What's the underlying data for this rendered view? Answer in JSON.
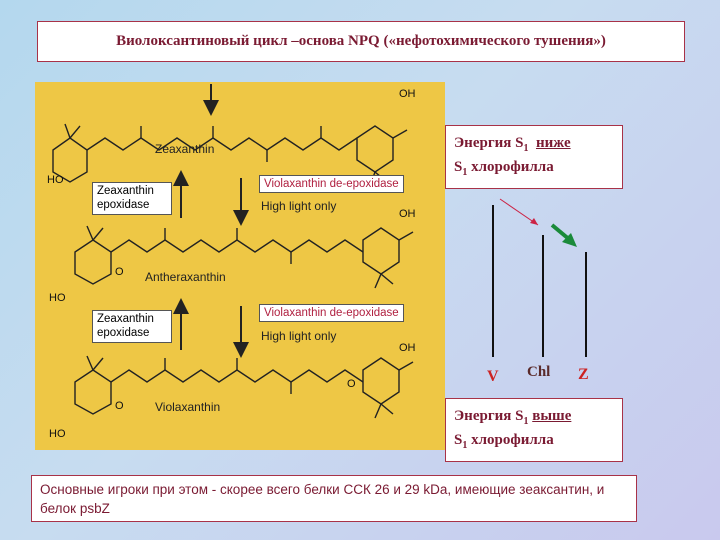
{
  "title": "Виолоксантиновый цикл –основа NPQ («нефотохимического тушения»)",
  "footer": "Основные игроки при этом - скорее всего белки ССК 26 и 29 kDa, имеющие зеаксантин, и белок psbZ",
  "upper_note": {
    "prefix": "Энергия S",
    "sub": "1",
    "emph": "ниже",
    "line2_prefix": "S",
    "line2_sub": "1",
    "line2_rest": " хлорофилла"
  },
  "lower_note": {
    "prefix": "Энергия S",
    "sub": "1",
    "emph": "выше",
    "line2_prefix": "S",
    "line2_sub": "1",
    "line2_rest": " хлорофилла"
  },
  "levels": {
    "v": "V",
    "chl": "Chl",
    "z": "Z"
  },
  "colors": {
    "accent": "#7a1a32",
    "red_label": "#cc2222",
    "chl_label": "#5a2a2a",
    "panel": "#eec745",
    "arrow_green": "#1a8a3a"
  },
  "cycle": {
    "molecules": [
      "Zeaxanthin",
      "Antheraxanthin",
      "Violaxanthin"
    ],
    "epox_enzyme": "Zeaxanthin\nepoxidase",
    "deepox_enzyme": "Violaxanthin de-epoxidase",
    "light_text": "High light only",
    "oh": "OH",
    "ho": "HO",
    "o": "O"
  }
}
